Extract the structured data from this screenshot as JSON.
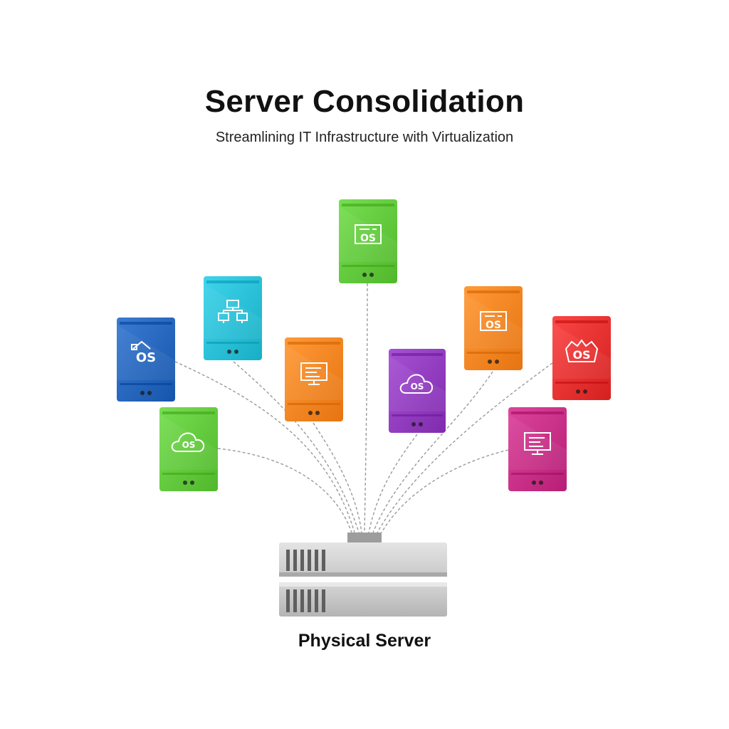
{
  "header": {
    "title": "Server Consolidation",
    "subtitle": "Streamlining IT Infrastructure with Virtualization"
  },
  "server": {
    "label": "Physical Server"
  },
  "virtual_machines": [
    {
      "id": "vm-blue",
      "color": "#1f5fb5",
      "icon": "os-house-icon",
      "icon_text": "OS"
    },
    {
      "id": "vm-cyan",
      "color": "#22b8cf",
      "icon": "network-icon",
      "icon_text": ""
    },
    {
      "id": "vm-green-top",
      "color": "#5bc236",
      "icon": "os-window-icon",
      "icon_text": "OS"
    },
    {
      "id": "vm-green-left",
      "color": "#5bc236",
      "icon": "os-cloud-icon",
      "icon_text": "OS"
    },
    {
      "id": "vm-orange-mid",
      "color": "#f07e1b",
      "icon": "monitor-icon",
      "icon_text": ""
    },
    {
      "id": "vm-purple",
      "color": "#8a35b8",
      "icon": "os-cloud-icon",
      "icon_text": "OS"
    },
    {
      "id": "vm-orange-right",
      "color": "#f07e1b",
      "icon": "os-window-icon",
      "icon_text": "OS"
    },
    {
      "id": "vm-red",
      "color": "#df2a2a",
      "icon": "os-gear-icon",
      "icon_text": "OS"
    },
    {
      "id": "vm-magenta",
      "color": "#c1287f",
      "icon": "monitor-icon",
      "icon_text": ""
    }
  ]
}
